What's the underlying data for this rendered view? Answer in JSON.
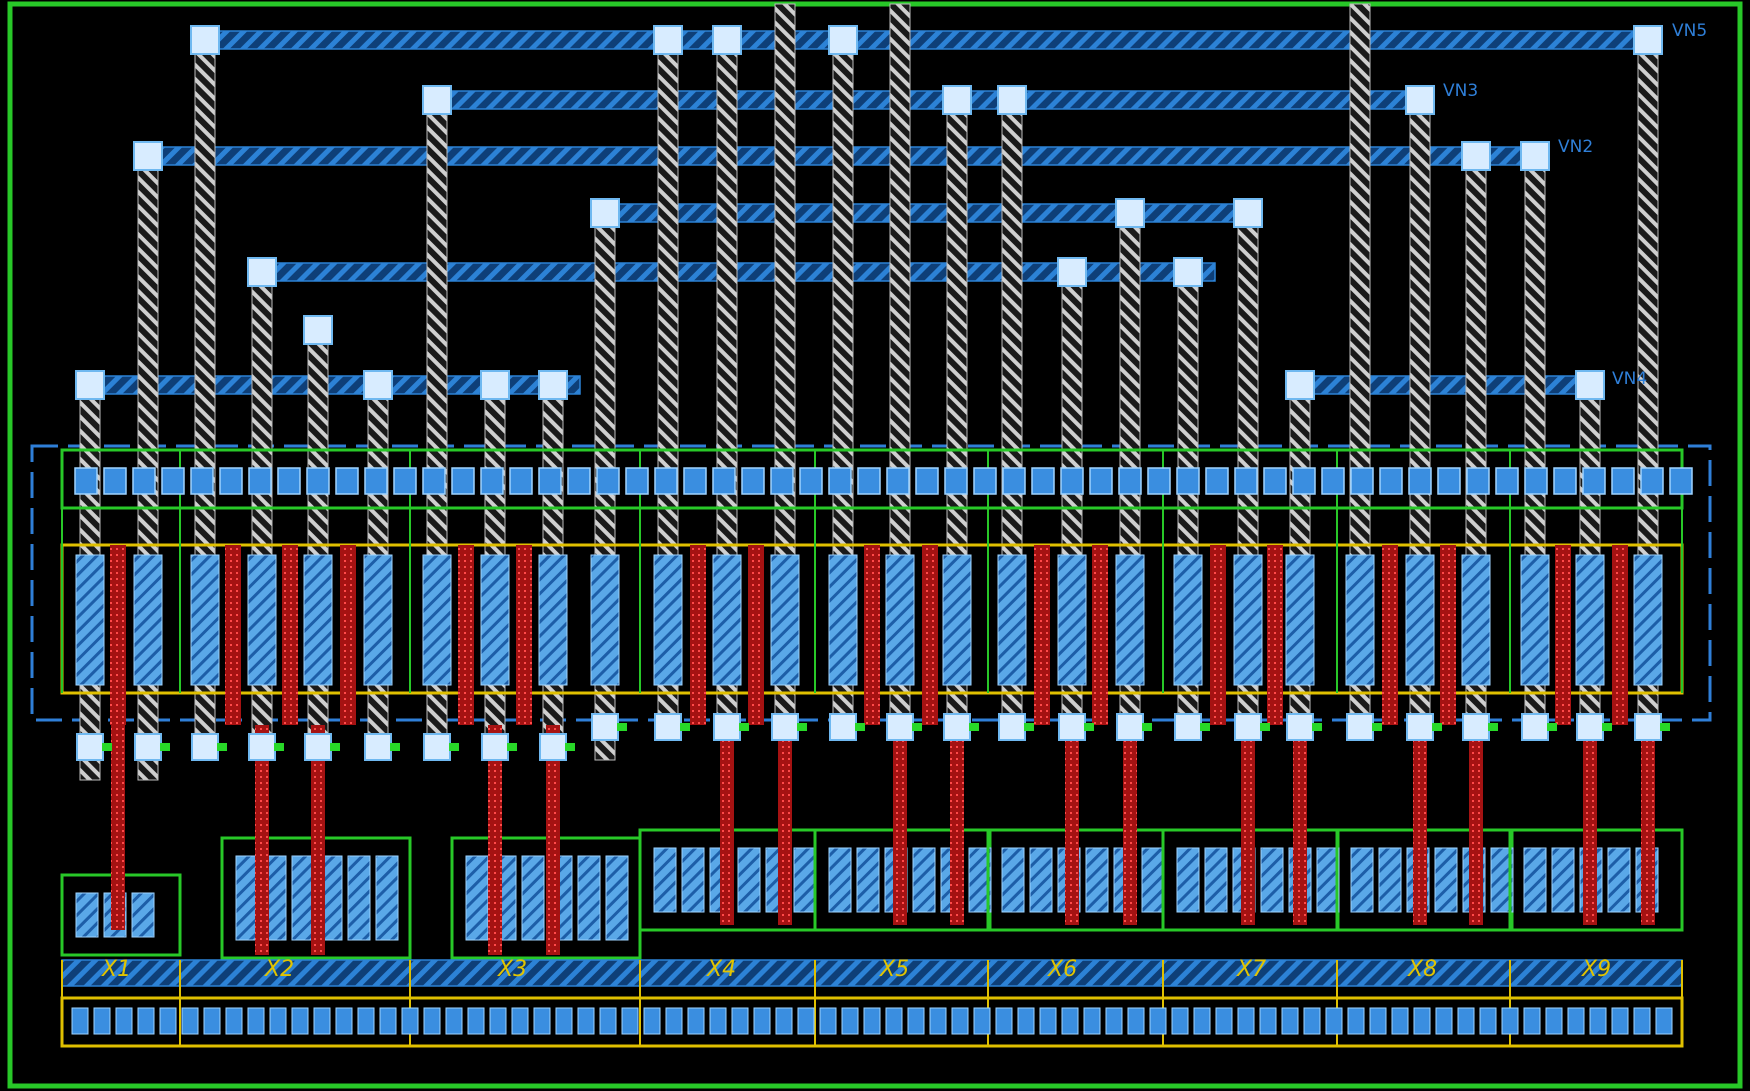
{
  "colors": {
    "background": "#000000",
    "boundary": "#28c828",
    "metal_h": "#1e73c8",
    "metal_v": "#c8c8c8",
    "poly": "#a01010",
    "active": "#e0c000",
    "diffusion": "#28c828",
    "contact": "#7ec8f0"
  },
  "net_labels": [
    "VN5",
    "VN3",
    "VN2",
    "VN4"
  ],
  "cells": [
    "X1",
    "X2",
    "X3",
    "X4",
    "X5",
    "X6",
    "X7",
    "X8",
    "X9"
  ]
}
